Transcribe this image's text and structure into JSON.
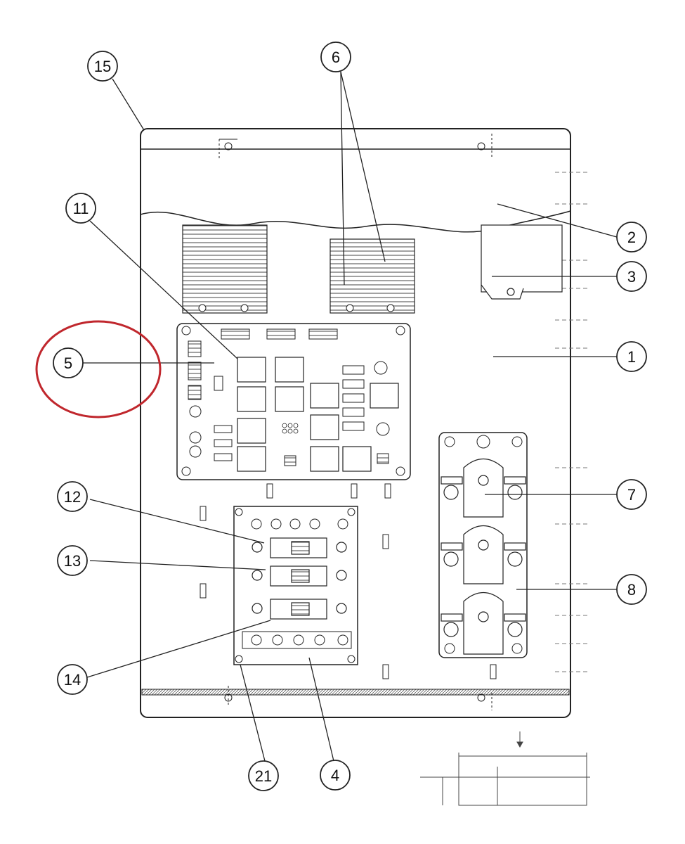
{
  "callouts": [
    {
      "id": "c15",
      "label": "15"
    },
    {
      "id": "c6",
      "label": "6"
    },
    {
      "id": "c11",
      "label": "11"
    },
    {
      "id": "c2",
      "label": "2"
    },
    {
      "id": "c3",
      "label": "3"
    },
    {
      "id": "c5",
      "label": "5",
      "highlighted": true
    },
    {
      "id": "c1",
      "label": "1"
    },
    {
      "id": "c12",
      "label": "12"
    },
    {
      "id": "c7",
      "label": "7"
    },
    {
      "id": "c13",
      "label": "13"
    },
    {
      "id": "c8",
      "label": "8"
    },
    {
      "id": "c14",
      "label": "14"
    },
    {
      "id": "c21",
      "label": "21"
    },
    {
      "id": "c4",
      "label": "4"
    }
  ],
  "colors": {
    "line": "#222222",
    "highlight_ring": "#c0272d",
    "panel_fill": "#ffffff"
  },
  "icons": [
    "screw-icon",
    "relay-icon",
    "breaker-icon",
    "terminal-icon",
    "contactor-icon",
    "heatsink-icon"
  ]
}
